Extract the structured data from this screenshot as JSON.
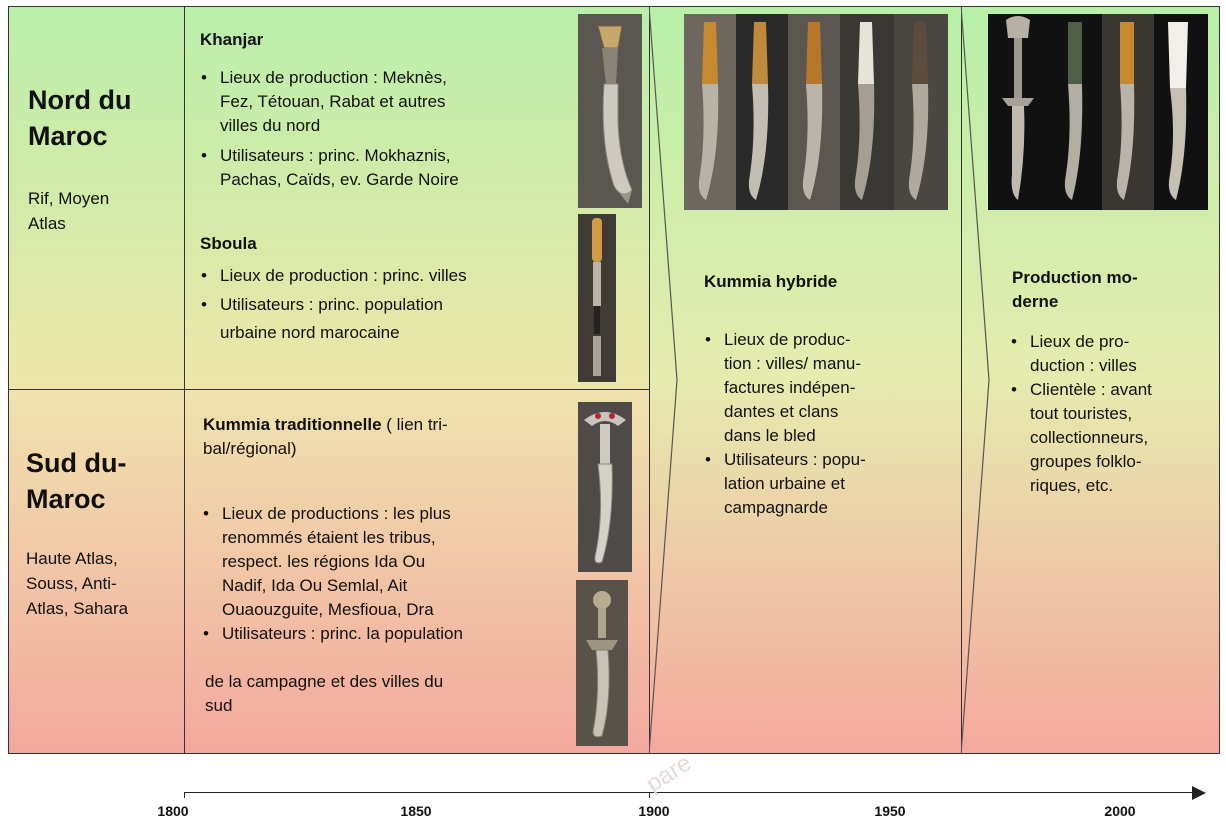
{
  "north": {
    "title_line1": "Nord du",
    "title_line2": "Maroc",
    "sub_line1": "Rif, Moyen",
    "sub_line2": "Atlas"
  },
  "south": {
    "title_line1": "Sud du-",
    "title_line2": "Maroc",
    "sub_lines": [
      "Haute Atlas,",
      "Souss, Anti-",
      "Atlas, Sahara"
    ]
  },
  "khanjar": {
    "title": "Khanjar",
    "bullet1": [
      "Lieux de production : Meknès,",
      "Fez, Tétouan, Rabat et autres",
      "villes du nord"
    ],
    "bullet2": [
      "Utilisateurs : princ. Mokhaznis,",
      "Pachas, Caïds, ev. Garde Noire"
    ]
  },
  "sboula": {
    "title": "Sboula",
    "bullet1": [
      "Lieux de production : princ. villes"
    ],
    "bullet2": [
      "Utilisateurs : princ. population",
      "urbaine nord marocaine"
    ]
  },
  "kummia_trad": {
    "title_bold": "Kummia traditionnelle",
    "title_rest": " ( lien tri-",
    "title_line2": "bal/régional)",
    "bullet1": [
      "Lieux de productions : les plus",
      "renommés étaient les tribus,",
      "respect. les régions Ida Ou",
      "Nadif, Ida Ou Semlal, Ait",
      "Ouaouzguite, Mesfioua, Dra"
    ],
    "bullet2": [
      "Utilisateurs : princ. la population"
    ],
    "bullet2_cont": [
      "de la campagne et des villes du",
      "sud"
    ]
  },
  "kummia_hybride": {
    "title": "Kummia hybride",
    "bullet1": [
      "Lieux de produc-",
      "tion : villes/ manu-",
      "factures indépen-",
      "dantes et clans",
      "dans le bled"
    ],
    "bullet2": [
      "Utilisateurs : popu-",
      "lation urbaine et",
      "campagnarde"
    ]
  },
  "production_moderne": {
    "title_line1": "Production mo-",
    "title_line2": "derne",
    "bullet1": [
      "Lieux de pro-",
      "duction : villes"
    ],
    "bullet2": [
      "Clientèle : avant",
      "tout touristes,",
      "collectionneurs,",
      "groupes folklo-",
      "riques, etc."
    ]
  },
  "timeline": {
    "labels": [
      "1800",
      "1850",
      "1900",
      "1950",
      "2000"
    ]
  },
  "watermark_text": "pare",
  "colors": {
    "green": "#b7f0a7",
    "yellow": "#e6ebae",
    "red": "#f5a89e",
    "border": "#333333",
    "photo_bg": "#1b1b1b",
    "metal": "#bdb7ab",
    "horn": "#c8892e"
  }
}
